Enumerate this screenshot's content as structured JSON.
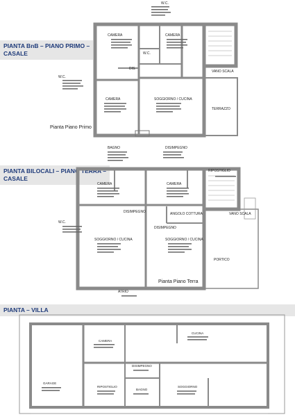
{
  "sections": {
    "bnb": {
      "title_line1": "PIANTA BnB – PIANO PRIMO –",
      "title_line2": "CASALE",
      "caption": "Pianta Piano Primo",
      "rooms": {
        "camera1": "CAMERA",
        "camera2": "CAMERA",
        "camera3": "CAMERA",
        "wc1": "W.C.",
        "wc2": "W.C.",
        "wc3": "W.C.",
        "dis": "DIS.",
        "soggiorno": "SOGGIORNO / CUCINA",
        "vano_scala": "VANO SCALA",
        "terrazzo": "TERRAZZO"
      }
    },
    "bilocali": {
      "title_line1": "PIANTA BILOCALI – PIANO TERRA –",
      "title_line2": "CASALE",
      "caption": "Pianta Piano Terra",
      "rooms": {
        "bagno": "BAGNO",
        "disimpegno1": "DISIMPEGNO",
        "camera1": "CAMERA",
        "camera2": "CAMERA",
        "ripostiglio": "RIPOSTIGLIO",
        "angolo_cottura": "ANGOLO COTTURA",
        "vano_scala": "VANO SCALA",
        "disimpegno2": "DISIMPEGNO",
        "disimpegno3": "DISIMPEGNO",
        "wc": "W.C.",
        "soggiorno1": "SOGGIORNO / CUCINA",
        "soggiorno2": "SOGGIORNO / CUCINA",
        "portico": "PORTICO",
        "atrio": "ATRIO"
      }
    },
    "villa": {
      "title": "PIANTA – VILLA",
      "rooms": {
        "camera": "CAMERA",
        "cucina": "CUCINA",
        "garage": "GARAGE",
        "disimpegno": "DISIMPEGNO",
        "ripostiglio": "RIPOSTIGLIO",
        "bagno": "BAGNO",
        "soggiorno": "SOGGIORNO"
      }
    }
  },
  "colors": {
    "header_bg": "#e6e6e6",
    "header_text": "#1f3b7a",
    "wall": "#8a8a8a",
    "line": "#555555"
  }
}
